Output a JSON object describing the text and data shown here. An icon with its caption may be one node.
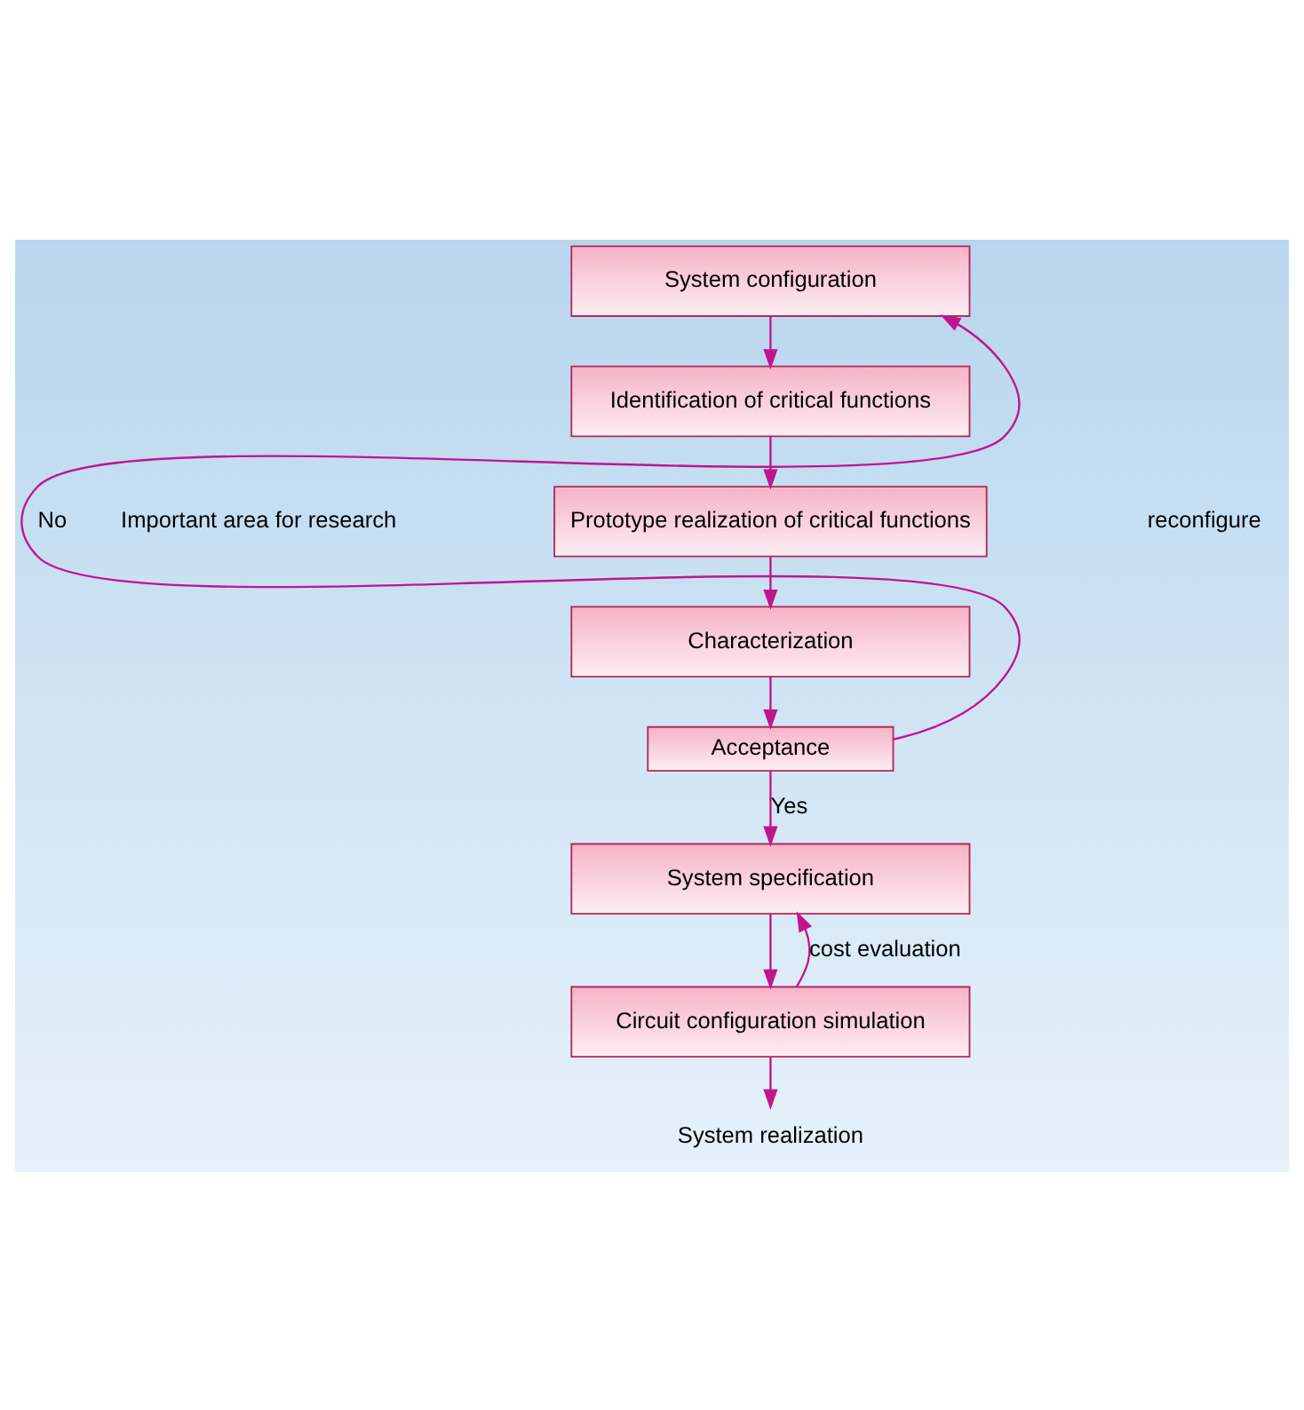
{
  "diagram": {
    "nodes": [
      {
        "text": [
          "System configuration"
        ]
      },
      {
        "text": [
          "Identification of critical functions"
        ]
      },
      {
        "text": [
          "Prototype realization of critical functions"
        ]
      },
      {
        "text": [
          "Characterization"
        ]
      },
      {
        "text": [
          "Acceptance"
        ]
      },
      {
        "text": [
          "System specification"
        ]
      },
      {
        "text": [
          "Circuit configuration simulation"
        ]
      },
      {
        "text": [
          "System realization"
        ]
      }
    ],
    "edges": [
      {
        "from": 0,
        "to": 1,
        "arrow": "to"
      },
      {
        "from": 1,
        "to": 2,
        "arrow": "to"
      },
      {
        "from": 2,
        "to": 3,
        "arrow": "to"
      },
      {
        "from": 3,
        "to": 4,
        "arrow": "to"
      },
      {
        "from": 4,
        "to": 0,
        "arrow": "to",
        "label": "No"
      },
      {
        "from": 4,
        "to": 5,
        "arrow": "to",
        "label": "Yes"
      },
      {
        "from": 5,
        "to": 6,
        "arrow": "to"
      },
      {
        "from": 6,
        "to": 5,
        "arrow": "to",
        "label": "cost evaluation"
      },
      {
        "from": 6,
        "to": 7,
        "arrow": "to"
      }
    ],
    "labels": [
      "Important area for research",
      "reconfigure"
    ]
  }
}
